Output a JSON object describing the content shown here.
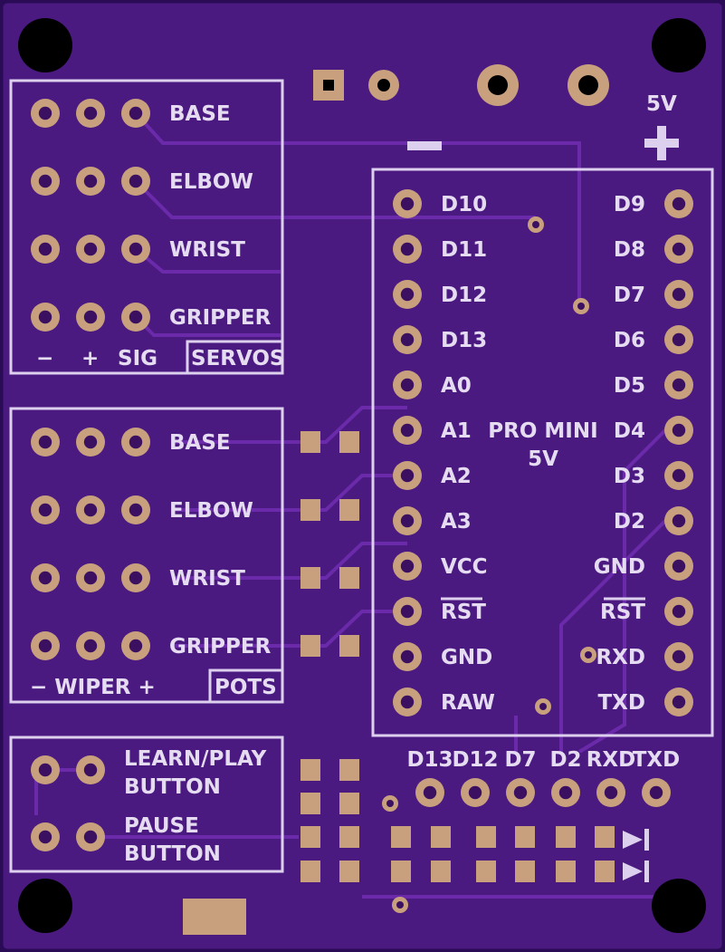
{
  "power": {
    "voltage_label": "5V",
    "minus_sign": "−",
    "plus_sign": "+"
  },
  "servos": {
    "box_label": "SERVOS",
    "rows": [
      "BASE",
      "ELBOW",
      "WRIST",
      "GRIPPER"
    ],
    "footer": {
      "minus": "−",
      "plus": "+",
      "sig": "SIG"
    }
  },
  "pots": {
    "box_label": "POTS",
    "rows": [
      "BASE",
      "ELBOW",
      "WRIST",
      "GRIPPER"
    ],
    "footer": "− WIPER +"
  },
  "buttons": [
    {
      "line1": "LEARN/PLAY",
      "line2": "BUTTON"
    },
    {
      "line1": "PAUSE",
      "line2": "BUTTON"
    }
  ],
  "pro_mini": {
    "title_line1": "PRO MINI",
    "title_line2": "5V",
    "left_pins": [
      "D10",
      "D11",
      "D12",
      "D13",
      "A0",
      "A1",
      "A2",
      "A3",
      "VCC",
      "RST",
      "GND",
      "RAW"
    ],
    "right_pins": [
      "D9",
      "D8",
      "D7",
      "D6",
      "D5",
      "D4",
      "D3",
      "D2",
      "GND",
      "RST",
      "RXD",
      "TXD"
    ]
  },
  "header_labels": [
    "D13",
    "D12",
    "D7",
    "D2",
    "RXD",
    "TXD"
  ],
  "colors": {
    "board": "#4a1a80",
    "silkscreen": "#ddd0ee",
    "copper": "#c8a07e"
  }
}
